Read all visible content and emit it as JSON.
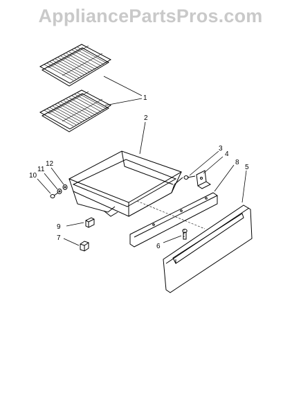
{
  "watermark": "AppliancePartsPros.com",
  "callouts": {
    "c1": "1",
    "c2": "2",
    "c3": "3",
    "c4": "4",
    "c5": "5",
    "c6": "6",
    "c7": "7",
    "c8": "8",
    "c9": "9",
    "c10": "10",
    "c11": "11",
    "c12": "12"
  },
  "icons": {
    "rack": "oven-rack-icon",
    "drawer": "drawer-pan-icon",
    "front": "drawer-front-panel-icon"
  }
}
